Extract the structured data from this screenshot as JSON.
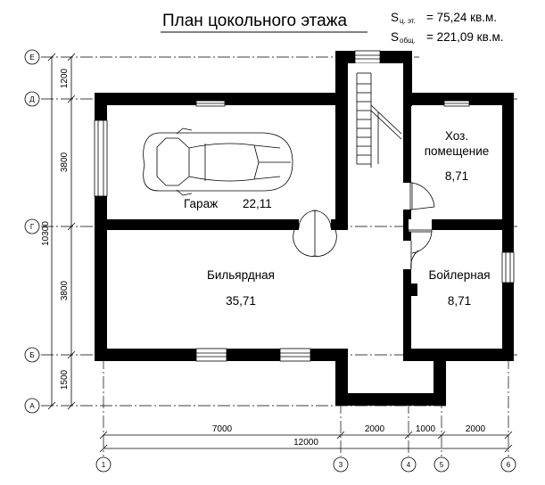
{
  "title": "План цокольного этажа",
  "areas": {
    "floor": {
      "prefix": "S",
      "sub": "ц. эт.",
      "value": "= 75,24 кв.м."
    },
    "total": {
      "prefix": "S",
      "sub": "общ.",
      "value": "= 221,09 кв.м."
    }
  },
  "rooms": {
    "garage": {
      "name": "Гараж",
      "area": "22,11"
    },
    "utility": {
      "name_line1": "Хоз.",
      "name_line2": "помещение",
      "area": "8,71"
    },
    "billiard": {
      "name": "Бильярдная",
      "area": "35,71"
    },
    "boiler": {
      "name": "Бойлерная",
      "area": "8,71"
    }
  },
  "axes_letters": [
    "Е",
    "Д",
    "Г",
    "Б",
    "А"
  ],
  "axes_numbers": [
    "1",
    "3",
    "4",
    "5",
    "6"
  ],
  "dims_vertical": [
    "1200",
    "3800",
    "3800",
    "1500"
  ],
  "dim_vertical_total": "10300",
  "dims_horizontal": [
    "7000",
    "2000",
    "1000",
    "2000"
  ],
  "dim_horizontal_total": "12000"
}
